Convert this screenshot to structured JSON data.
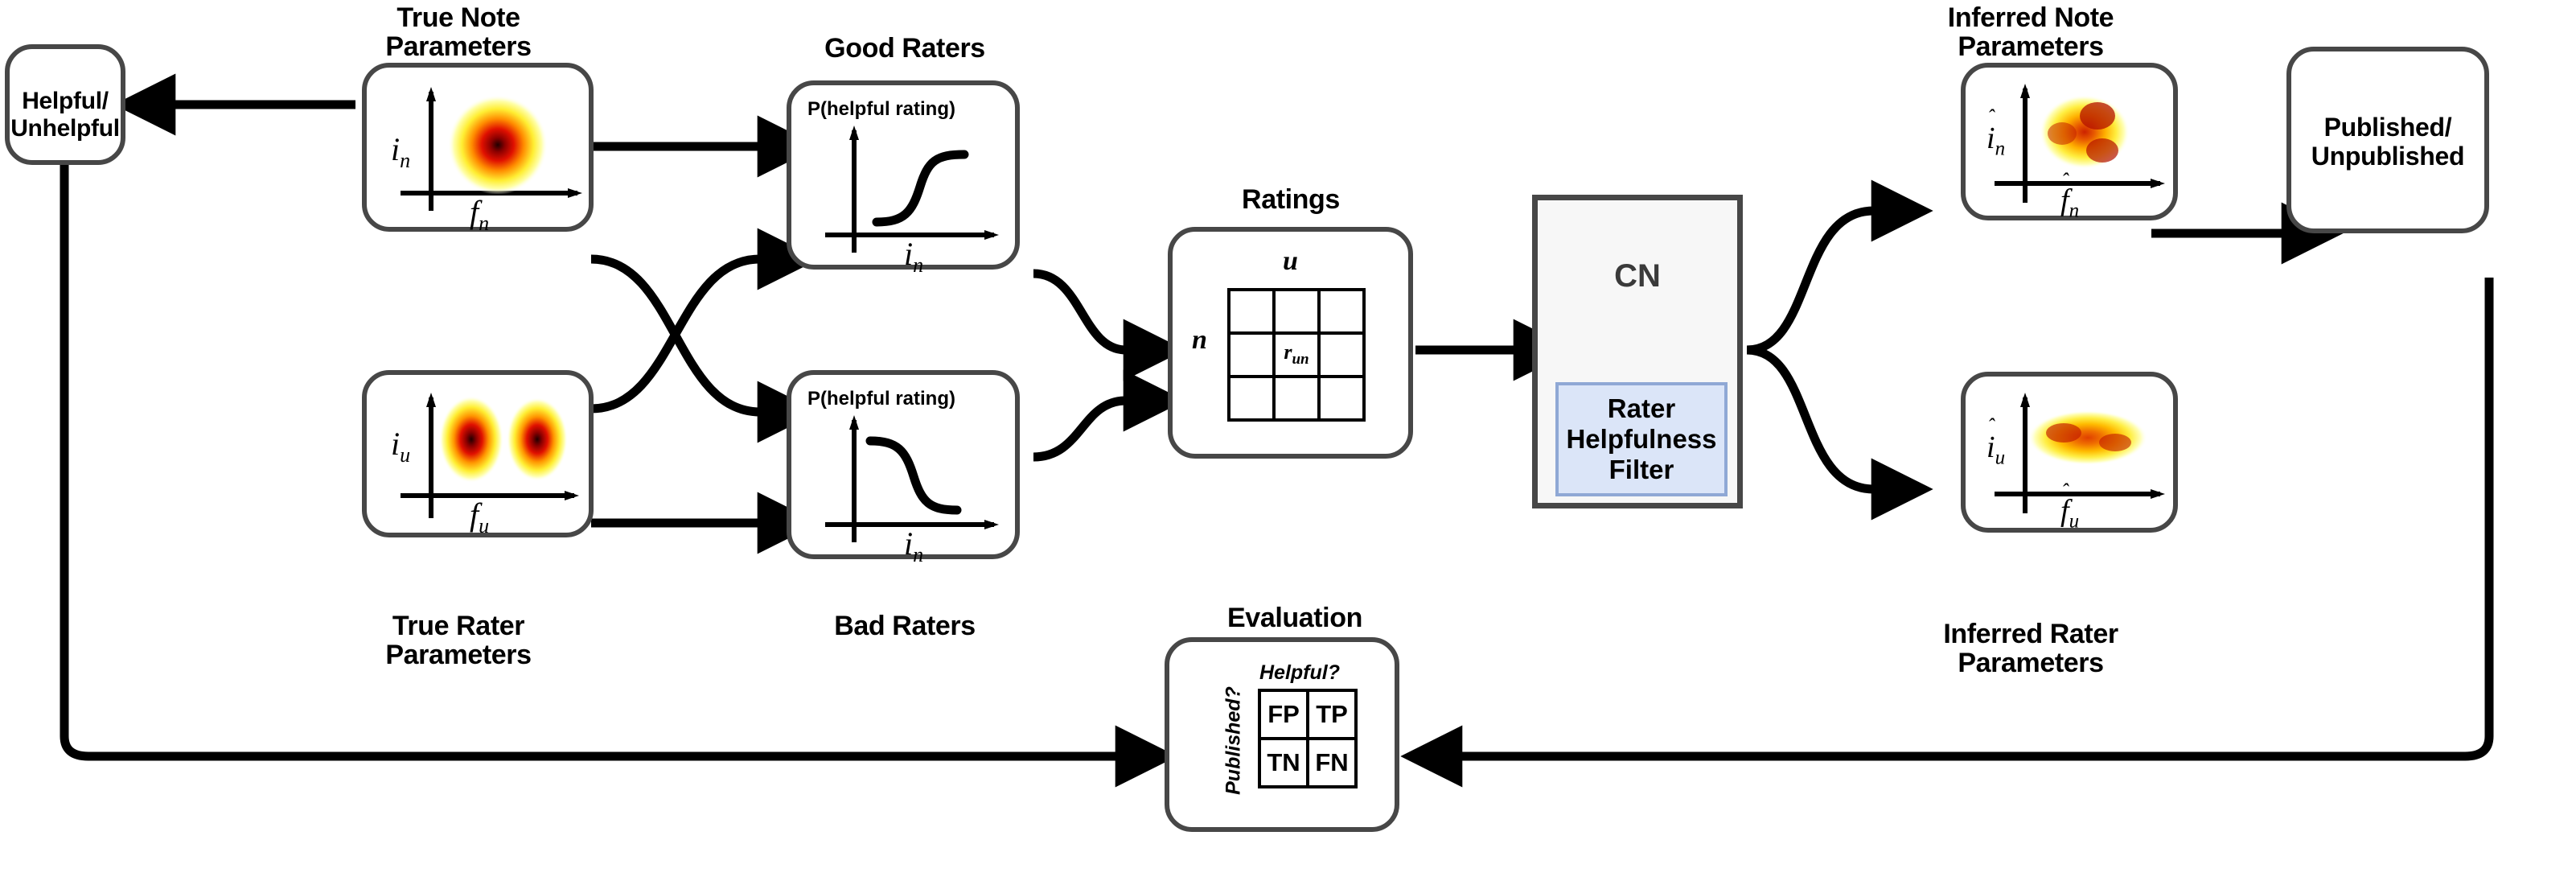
{
  "diagram": {
    "title": "Community Notes matrix factorization pipeline",
    "colors": {
      "box_border": "#474747",
      "arrow": "#000000",
      "cn_fill": "#f7f7f7",
      "cn_border": "#3f3f3f",
      "filter_fill": "#dbe5f8",
      "filter_border": "#8fa8d5",
      "heat_low": "#ffffcc",
      "heat_mid": "#ffcc00",
      "heat_hot": "#d40000",
      "heat_peak": "#2a0000"
    }
  },
  "nodes": {
    "helpful_unhelpful": {
      "line1": "Helpful/",
      "line2": "Unhelpful"
    },
    "true_note": {
      "caption_line1": "True Note",
      "caption_line2": "Parameters",
      "y_axis": "i",
      "y_sub": "n",
      "x_axis": "f",
      "x_sub": "n"
    },
    "true_rater": {
      "caption_line1": "True Rater",
      "caption_line2": "Parameters",
      "y_axis": "i",
      "y_sub": "u",
      "x_axis": "f",
      "x_sub": "u"
    },
    "good_raters": {
      "caption": "Good Raters",
      "y_axis_label": "P(helpful rating)",
      "x_axis": "i",
      "x_sub": "n",
      "curve": "increasing-sigmoid"
    },
    "bad_raters": {
      "caption": "Bad Raters",
      "y_axis_label": "P(helpful rating)",
      "x_axis": "i",
      "x_sub": "n",
      "curve": "decreasing-sigmoid"
    },
    "ratings": {
      "caption": "Ratings",
      "col_label": "u",
      "row_label": "n",
      "center_cell": "r",
      "center_cell_sub": "un",
      "rows": 3,
      "cols": 3
    },
    "cn": {
      "label": "CN",
      "filter_line1": "Rater",
      "filter_line2": "Helpfulness",
      "filter_line3": "Filter"
    },
    "inferred_note": {
      "caption_line1": "Inferred Note",
      "caption_line2": "Parameters",
      "y_axis": "i",
      "y_sub": "n",
      "x_axis": "f",
      "x_sub": "n",
      "hat": true
    },
    "inferred_rater": {
      "caption_line1": "Inferred Rater",
      "caption_line2": "Parameters",
      "y_axis": "i",
      "y_sub": "u",
      "x_axis": "f",
      "x_sub": "u",
      "hat": true
    },
    "published_unpublished": {
      "line1": "Published/",
      "line2": "Unpublished"
    },
    "evaluation": {
      "caption": "Evaluation",
      "col_header": "Helpful?",
      "row_header": "Published?",
      "cells": [
        [
          "FP",
          "TP"
        ],
        [
          "TN",
          "FN"
        ]
      ]
    }
  }
}
